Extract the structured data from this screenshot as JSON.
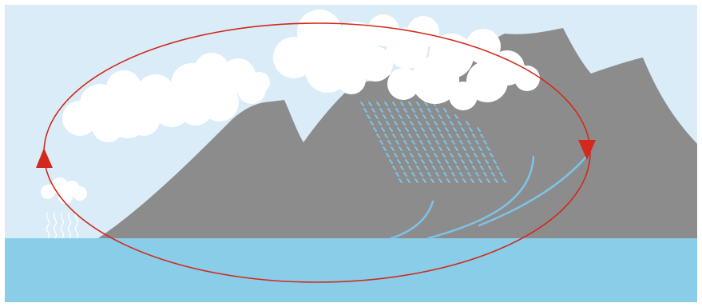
{
  "diagram": {
    "subject": "water-cycle",
    "colors": {
      "background": "#ffffff",
      "sky": "#d9ecf8",
      "mountain": "#8c8c8c",
      "sea": "#89cde8",
      "cloud": "#ffffff",
      "rain": "#7ec3e6",
      "river": "#7ec3e6",
      "cycle_arrow": "#d2291c",
      "vapor": "#ffffff"
    },
    "elements": [
      {
        "name": "evaporation",
        "icon": "vapor-lines"
      },
      {
        "name": "condensation",
        "icon": "clouds"
      },
      {
        "name": "precipitation",
        "icon": "rain-dashes"
      },
      {
        "name": "runoff",
        "icon": "rivers"
      },
      {
        "name": "collection",
        "icon": "sea"
      }
    ],
    "cycle_direction": "clockwise"
  }
}
